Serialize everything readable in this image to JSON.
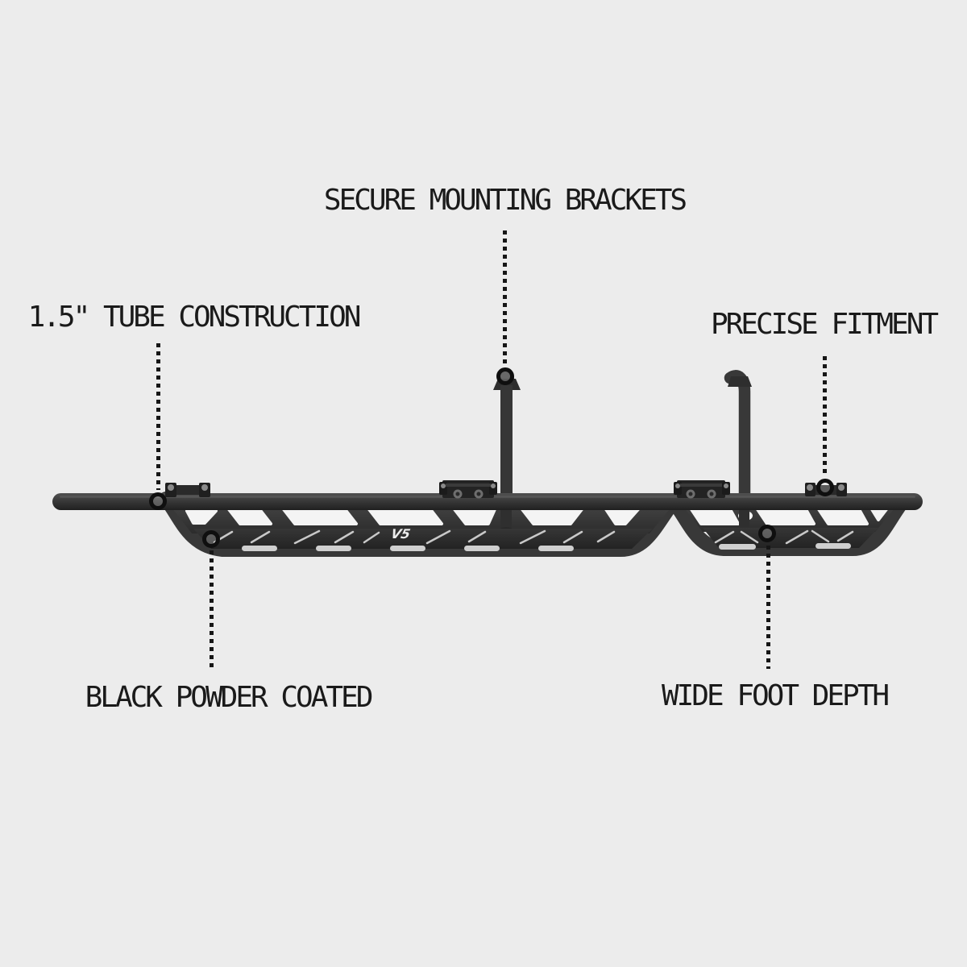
{
  "page": {
    "background_color": "#ececec",
    "text_color": "#1a1a1a",
    "leader_line_color": "#161616",
    "marker_ring_color": "#0f0f0f"
  },
  "product": {
    "description": "black rock-slider side step, side profile render",
    "frame_color": "#383838",
    "tread_color": "#2b2b2b",
    "cutout_color": "#f4f4f4",
    "tread_slash_color": "#c9c9c9",
    "logo_mark": "V5"
  },
  "callouts": [
    {
      "id": "secure-mounting-brackets",
      "text": "SECURE MOUNTING BRACKETS"
    },
    {
      "id": "tube-construction",
      "text": "1.5\" TUBE CONSTRUCTION"
    },
    {
      "id": "precise-fitment",
      "text": "PRECISE FITMENT"
    },
    {
      "id": "black-powder-coated",
      "text": "BLACK POWDER COATED"
    },
    {
      "id": "wide-foot-depth",
      "text": "WIDE FOOT DEPTH"
    }
  ]
}
